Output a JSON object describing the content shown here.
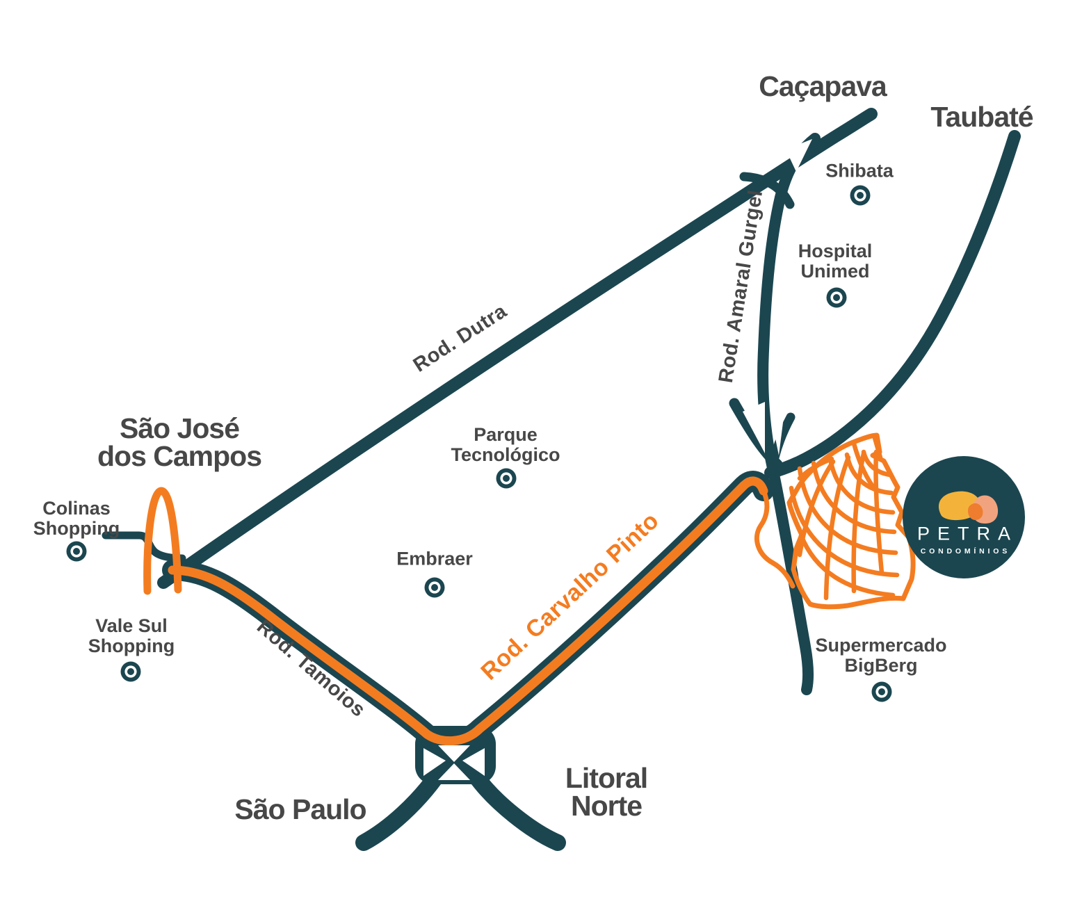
{
  "map": {
    "cities": {
      "cacapava": {
        "label": "Caçapava"
      },
      "taubate": {
        "label": "Taubaté"
      },
      "sao_jose_dos_campos": {
        "label": "São José\ndos Campos"
      },
      "sao_paulo": {
        "label": "São Paulo"
      },
      "litoral_norte": {
        "label": "Litoral\nNorte"
      }
    },
    "pois": {
      "shibata": {
        "label": "Shibata"
      },
      "hospital_unimed": {
        "label": "Hospital\nUnimed"
      },
      "colinas_shopping": {
        "label": "Colinas\nShopping"
      },
      "vale_sul_shopping": {
        "label": "Vale Sul\nShopping"
      },
      "parque_tecnologico": {
        "label": "Parque\nTecnológico"
      },
      "embraer": {
        "label": "Embraer"
      },
      "supermercado_bigberg": {
        "label": "Supermercado\nBigBerg"
      }
    },
    "roads": {
      "dutra": {
        "label": "Rod. Dutra"
      },
      "amaral_gurgel": {
        "label": "Rod. Amaral Gurgel"
      },
      "tamoios": {
        "label": "Rod. Tamoios"
      },
      "carvalho_pinto": {
        "label": "Rod. Carvalho Pinto"
      }
    },
    "logo": {
      "brand": "PETRA",
      "subtitle": "CONDOMÍNIOS"
    },
    "icons": {
      "poi_marker": "target-circle-icon"
    },
    "colors": {
      "road_teal": "#1B4650",
      "highway_orange": "#F47C20",
      "label_gray": "#474747",
      "logo_gold": "#F3B33A",
      "logo_peach": "#F1A37F",
      "logo_orange": "#EE7D2F",
      "white": "#FFFFFF"
    }
  }
}
